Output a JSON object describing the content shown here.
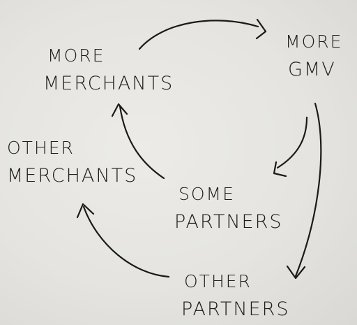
{
  "diagram": {
    "nodes": [
      {
        "id": "more-merchants",
        "lines": [
          "MORE",
          "MERCHANTS"
        ]
      },
      {
        "id": "more-gmv",
        "lines": [
          "MORE",
          "GMV"
        ]
      },
      {
        "id": "other-merchants",
        "lines": [
          "OTHER",
          "MERCHANTS"
        ]
      },
      {
        "id": "some-partners",
        "lines": [
          "SOME",
          "PARTNERS"
        ]
      },
      {
        "id": "other-partners",
        "lines": [
          "OTHER",
          "PARTNERS"
        ]
      }
    ],
    "edges": [
      {
        "from": "more-merchants",
        "to": "more-gmv"
      },
      {
        "from": "more-gmv",
        "to": "some-partners"
      },
      {
        "from": "more-gmv",
        "to": "other-partners"
      },
      {
        "from": "some-partners",
        "to": "more-merchants"
      },
      {
        "from": "other-partners",
        "to": "other-merchants"
      }
    ],
    "ink_color": "#1a1a1a",
    "paper_color": "#e7e6e2"
  }
}
